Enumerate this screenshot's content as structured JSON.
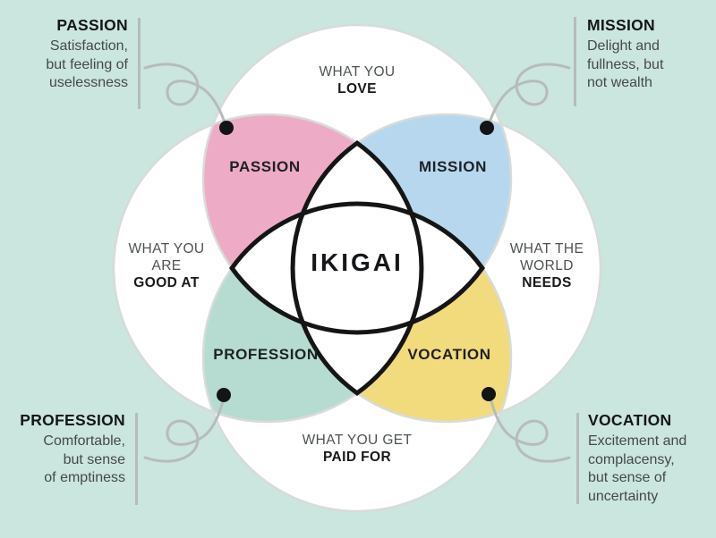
{
  "colors": {
    "background": "#cbe5df",
    "circle_fill": "#ffffff",
    "circle_stroke": "#d7dbd9",
    "passion": "#eeabc6",
    "mission": "#b7d7ee",
    "profession": "#b6dcd1",
    "vocation": "#f2db7d",
    "lens_fill": "#ffffff",
    "lens_stroke": "#151515",
    "connector": "#b6bcba",
    "dot": "#121415"
  },
  "center": {
    "label": "IKIGAI"
  },
  "circle_labels": {
    "top": {
      "lines": [
        "WHAT YOU",
        "LOVE"
      ]
    },
    "left": {
      "lines": [
        "WHAT YOU",
        "ARE",
        "GOOD AT"
      ]
    },
    "right": {
      "lines": [
        "WHAT THE",
        "WORLD",
        "NEEDS"
      ]
    },
    "bottom": {
      "lines": [
        "WHAT YOU GET",
        "PAID FOR"
      ]
    }
  },
  "overlap_labels": {
    "passion": "PASSION",
    "mission": "MISSION",
    "profession": "PROFESSION",
    "vocation": "VOCATION"
  },
  "corner_notes": {
    "top_left": {
      "title": "PASSION",
      "lines": [
        "Satisfaction,",
        "but feeling of",
        "uselessness"
      ]
    },
    "top_right": {
      "title": "MISSION",
      "lines": [
        "Delight and",
        "fullness, but",
        "not wealth"
      ]
    },
    "bottom_left": {
      "title": "PROFESSION",
      "lines": [
        "Comfortable,",
        "but sense",
        "of emptiness"
      ]
    },
    "bottom_right": {
      "title": "VOCATION",
      "lines": [
        "Excitement and",
        "complacensy,",
        "but sense of",
        "uncertainty"
      ]
    }
  }
}
